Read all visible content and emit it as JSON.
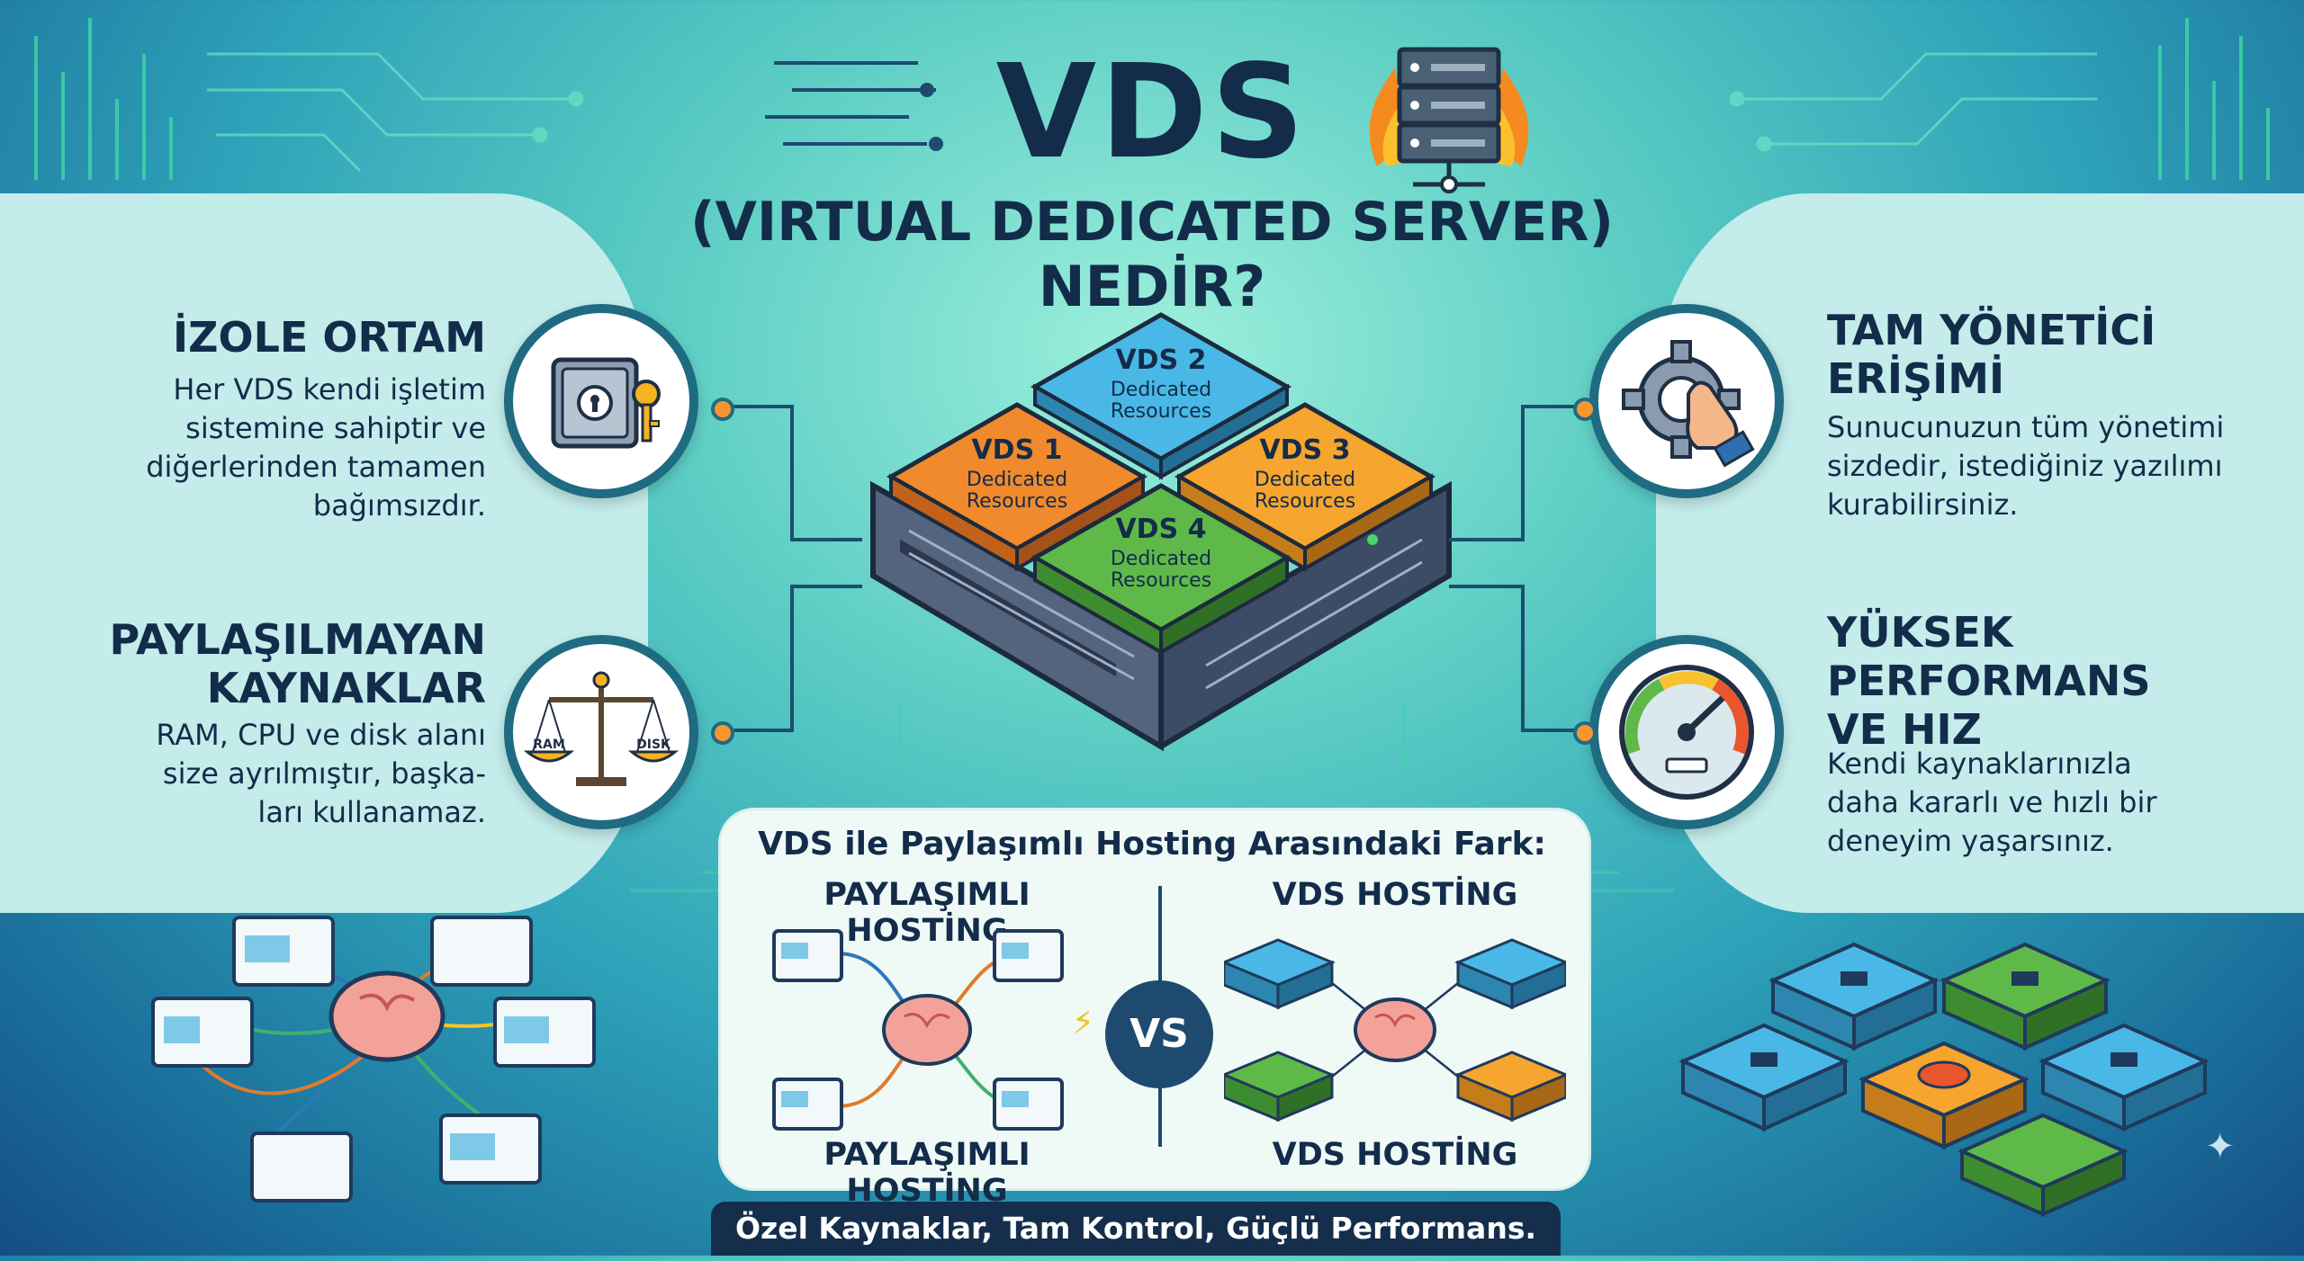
{
  "title": {
    "main": "VDS",
    "subtitle": "(VIRTUAL DEDICATED SERVER)",
    "question": "NEDİR?"
  },
  "features": {
    "isolation": {
      "heading_line1": "İZOLE ORTAM",
      "text_lines": [
        "Her VDS kendi işletim",
        "sistemine sahiptir ve",
        "diğerlerinden tamamen",
        "bağımsızdır."
      ],
      "icon": "safe-with-key-icon"
    },
    "resources": {
      "heading_line1": "PAYLAŞILMAYAN",
      "heading_line2": "KAYNAKLAR",
      "text_lines": [
        "RAM, CPU ve disk alanı",
        "size ayrılmıştır, başka-",
        "ları kullanamaz."
      ],
      "icon": "scale-icon",
      "scale_left": "RAM",
      "scale_right": "DISK"
    },
    "admin": {
      "heading_line1": "TAM YÖNETİCİ",
      "heading_line2": "ERİŞİMİ",
      "text_lines": [
        "Sunucunuzun tüm yönetimi",
        "sizdedir, istediğiniz yazılımı",
        "kurabilirsiniz."
      ],
      "icon": "gear-hand-icon"
    },
    "performance": {
      "heading_line1": "YÜKSEK",
      "heading_line2": "PERFORMANS",
      "heading_line3": "VE HIZ",
      "text_lines": [
        "Kendi kaynaklarınızla",
        "daha kararlı ve hızlı bir",
        "deneyim yaşarsınız."
      ],
      "icon": "speedometer-icon"
    }
  },
  "server_tiles": [
    {
      "name": "VDS 2",
      "sub1": "Dedicated",
      "sub2": "Resources",
      "color": "#3cb0e0"
    },
    {
      "name": "VDS 1",
      "sub1": "Dedicated",
      "sub2": "Resources",
      "color": "#f08a2c"
    },
    {
      "name": "VDS 3",
      "sub1": "Dedicated",
      "sub2": "Resources",
      "color": "#f6a52e"
    },
    {
      "name": "VDS 4",
      "sub1": "Dedicated",
      "sub2": "Resources",
      "color": "#5fb948"
    }
  ],
  "comparison": {
    "title": "VDS ile Paylaşımlı Hosting Arasındaki Fark:",
    "left_top": "PAYLAŞIMLI HOSTİNG",
    "left_bottom": "PAYLAŞIMLI HOSTİNG",
    "right_top": "VDS HOSTİNG",
    "right_bottom": "VDS HOSTİNG",
    "vs": "VS"
  },
  "footer": "Özel Kaynaklar, Tam Kontrol, Güçlü Performans.",
  "colors": {
    "navy": "#132c4a",
    "teal_border": "#1f6b82",
    "orange_dot": "#f7952f",
    "panel": "#c3ecea"
  }
}
